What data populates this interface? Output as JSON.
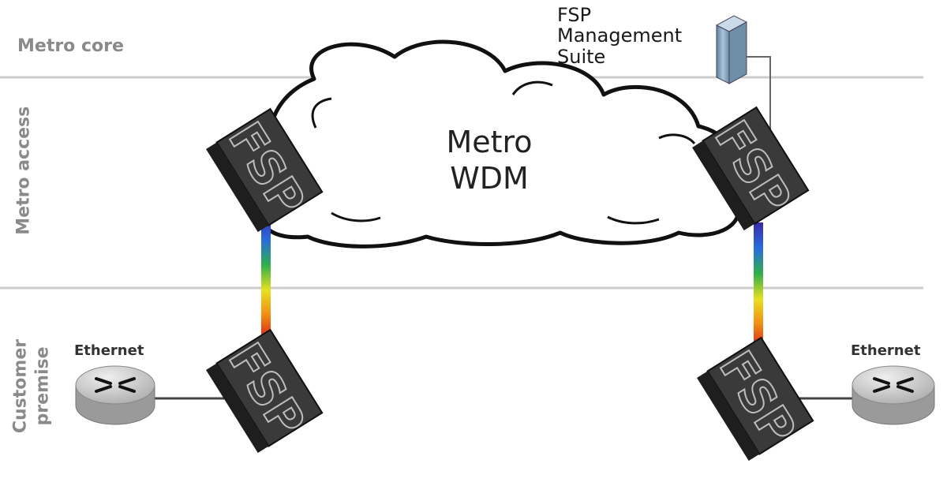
{
  "layers": {
    "metro_core": "Metro core",
    "metro_access": "Metro access",
    "customer_premise_line1": "Customer",
    "customer_premise_line2": "premise"
  },
  "cloud": {
    "line1": "Metro",
    "line2": "WDM"
  },
  "management": {
    "line1": "FSP",
    "line2": "Management",
    "line3": "Suite"
  },
  "devices": {
    "fsp_label": "FSP"
  },
  "routers": {
    "left_label": "Ethernet",
    "right_label": "Ethernet"
  },
  "colors": {
    "device_dark": "#2a2a2a",
    "device_mid": "#555555",
    "router_fill": "#cfcfcf",
    "server_blue": "#8aa9c4",
    "separator": "#c8c8c8"
  },
  "icons": [
    "cloud-icon",
    "fsp-device-icon",
    "router-icon",
    "server-icon"
  ]
}
